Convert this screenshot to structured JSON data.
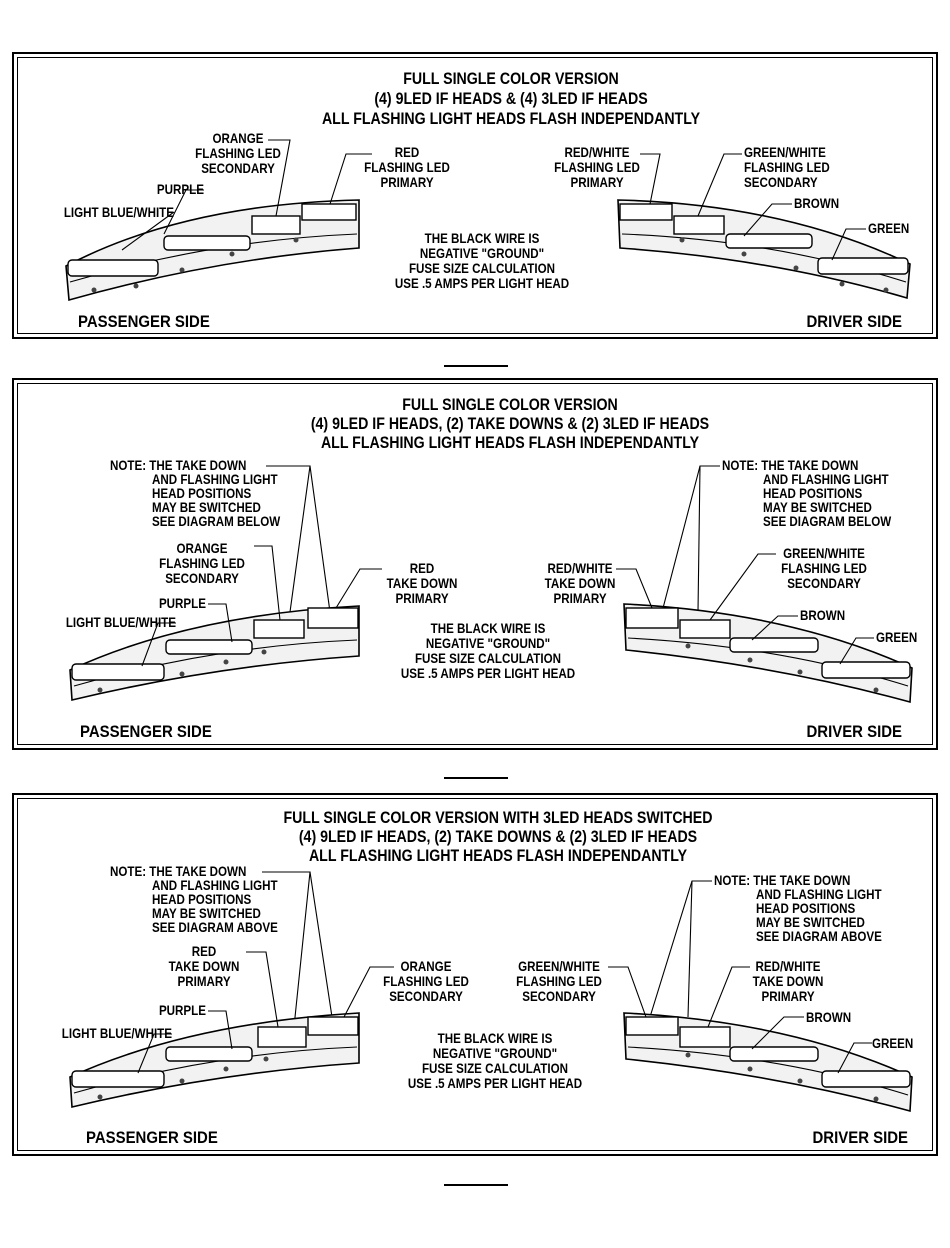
{
  "panels": [
    {
      "title_lines": [
        "FULL SINGLE COLOR VERSION",
        "(4) 9LED IF HEADS & (4) 3LED IF HEADS",
        "ALL FLASHING LIGHT HEADS FLASH INDEPENDANTLY"
      ],
      "center_lines": [
        "THE BLACK WIRE IS",
        "NEGATIVE \"GROUND\"",
        "FUSE SIZE CALCULATION",
        "USE .5 AMPS PER LIGHT HEAD"
      ],
      "passenger": {
        "orange": [
          "ORANGE",
          "FLASHING LED",
          "SECONDARY"
        ],
        "red": [
          "RED",
          "FLASHING LED",
          "PRIMARY"
        ],
        "purple": "PURPLE",
        "lightblue": "LIGHT BLUE/WHITE",
        "side": "PASSENGER SIDE"
      },
      "driver": {
        "redwhite": [
          "RED/WHITE",
          "FLASHING LED",
          "PRIMARY"
        ],
        "greenwhite": [
          "GREEN/WHITE",
          "FLASHING LED",
          "SECONDARY"
        ],
        "brown": "BROWN",
        "green": "GREEN",
        "side": "DRIVER SIDE"
      }
    },
    {
      "title_lines": [
        "FULL SINGLE COLOR VERSION",
        "(4) 9LED IF HEADS, (2) TAKE DOWNS & (2) 3LED IF HEADS",
        "ALL FLASHING LIGHT HEADS FLASH INDEPENDANTLY"
      ],
      "center_lines": [
        "THE BLACK WIRE IS",
        "NEGATIVE \"GROUND\"",
        "FUSE SIZE CALCULATION",
        "USE .5 AMPS PER LIGHT HEAD"
      ],
      "passenger": {
        "note": [
          "NOTE: THE TAKE DOWN",
          "AND FLASHING LIGHT",
          "HEAD POSITIONS",
          "MAY BE SWITCHED",
          "SEE DIAGRAM BELOW"
        ],
        "orange": [
          "ORANGE",
          "FLASHING LED",
          "SECONDARY"
        ],
        "red": [
          "RED",
          "TAKE DOWN",
          "PRIMARY"
        ],
        "purple": "PURPLE",
        "lightblue": "LIGHT BLUE/WHITE",
        "side": "PASSENGER SIDE"
      },
      "driver": {
        "note": [
          "NOTE: THE TAKE DOWN",
          "AND FLASHING LIGHT",
          "HEAD POSITIONS",
          "MAY BE SWITCHED",
          "SEE DIAGRAM BELOW"
        ],
        "redwhite": [
          "RED/WHITE",
          "TAKE DOWN",
          "PRIMARY"
        ],
        "greenwhite": [
          "GREEN/WHITE",
          "FLASHING LED",
          "SECONDARY"
        ],
        "brown": "BROWN",
        "green": "GREEN",
        "side": "DRIVER SIDE"
      }
    },
    {
      "title_lines": [
        "FULL SINGLE COLOR VERSION WITH 3LED HEADS SWITCHED",
        "(4) 9LED IF HEADS, (2) TAKE DOWNS & (2) 3LED IF HEADS",
        "ALL FLASHING LIGHT HEADS FLASH INDEPENDANTLY"
      ],
      "center_lines": [
        "THE BLACK WIRE IS",
        "NEGATIVE \"GROUND\"",
        "FUSE SIZE CALCULATION",
        "USE .5 AMPS PER LIGHT HEAD"
      ],
      "passenger": {
        "note": [
          "NOTE: THE TAKE DOWN",
          "AND FLASHING LIGHT",
          "HEAD POSITIONS",
          "MAY BE SWITCHED",
          "SEE DIAGRAM ABOVE"
        ],
        "red": [
          "RED",
          "TAKE DOWN",
          "PRIMARY"
        ],
        "orange": [
          "ORANGE",
          "FLASHING LED",
          "SECONDARY"
        ],
        "purple": "PURPLE",
        "lightblue": "LIGHT BLUE/WHITE",
        "side": "PASSENGER SIDE"
      },
      "driver": {
        "note": [
          "NOTE: THE TAKE DOWN",
          "AND FLASHING LIGHT",
          "HEAD POSITIONS",
          "MAY BE SWITCHED",
          "SEE DIAGRAM ABOVE"
        ],
        "greenwhite": [
          "GREEN/WHITE",
          "FLASHING LED",
          "SECONDARY"
        ],
        "redwhite": [
          "RED/WHITE",
          "TAKE DOWN",
          "PRIMARY"
        ],
        "brown": "BROWN",
        "green": "GREEN",
        "side": "DRIVER SIDE"
      }
    }
  ]
}
